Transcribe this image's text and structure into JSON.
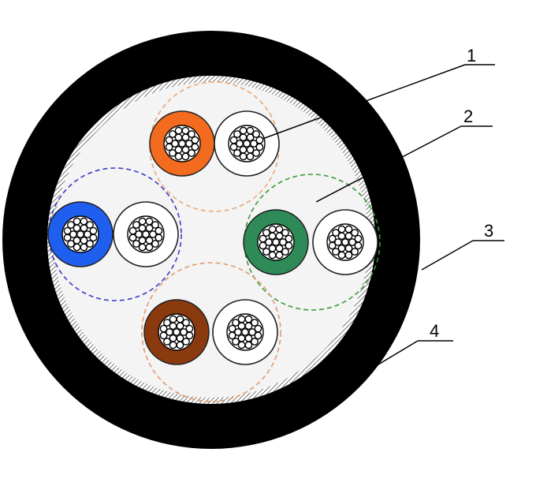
{
  "diagram": {
    "callouts": [
      {
        "label": "1"
      },
      {
        "label": "2"
      },
      {
        "label": "3"
      },
      {
        "label": "4"
      }
    ],
    "pairs": [
      {
        "name": "orange",
        "color": "#f36b1f",
        "ring": "#e8a877"
      },
      {
        "name": "blue",
        "color": "#1f5ff0",
        "ring": "#3c3cc8"
      },
      {
        "name": "green",
        "color": "#2e8b57",
        "ring": "#3a9a3a"
      },
      {
        "name": "brown",
        "color": "#8b3a0f",
        "ring": "#e09a70"
      }
    ],
    "colors": {
      "jacket": "#000000",
      "core_fill": "#f4f4f4",
      "shield_hatch": "#555555",
      "leader": "#000000"
    }
  }
}
